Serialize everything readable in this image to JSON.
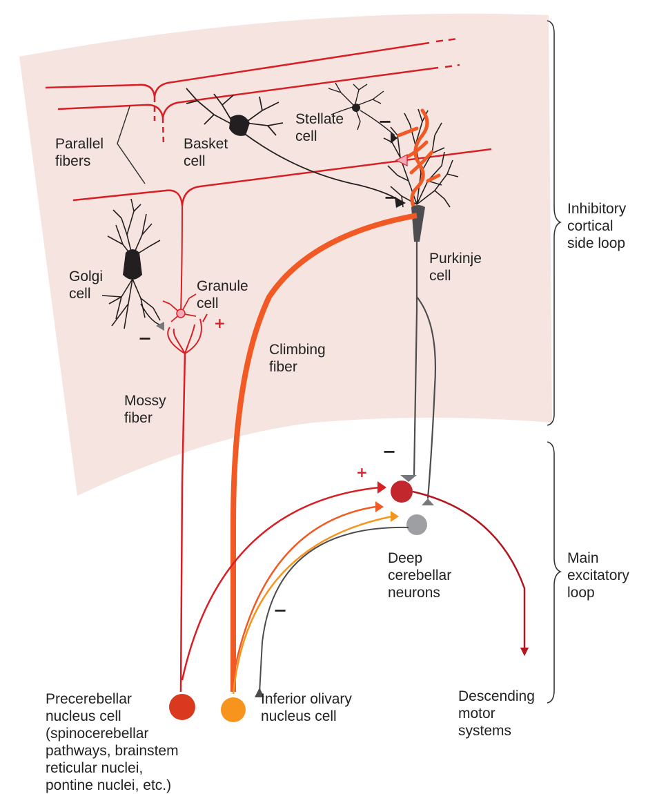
{
  "labels": {
    "parallel_fibers": "Parallel\nfibers",
    "basket_cell": "Basket\ncell",
    "stellate_cell": "Stellate\ncell",
    "golgi_cell": "Golgi\ncell",
    "granule_cell": "Granule\ncell",
    "purkinje_cell": "Purkinje\ncell",
    "climbing_fiber": "Climbing\nfiber",
    "mossy_fiber": "Mossy\nfiber",
    "deep_cerebellar_neurons": "Deep\ncerebellar\nneurons",
    "precerebellar_nucleus_cell": "Precerebellar\nnucleus cell\n(spinocerebellar\npathways, brainstem\nreticular nuclei,\npontine nuclei, etc.)",
    "inferior_olivary_nucleus_cell": "Inferior olivary\nnucleus cell",
    "descending_motor_systems": "Descending\nmotor\nsystems",
    "inhibitory_cortical_side_loop": "Inhibitory\ncortical\nside loop",
    "main_excitatory_loop": "Main\nexcitatory\nloop"
  },
  "signs": {
    "minus": "−",
    "plus": "+"
  },
  "colors": {
    "cortex_background": "#f5e4df",
    "mossy_fiber": "#d81f26",
    "climbing_fiber": "#f15a24",
    "precerebellar_cell": "#d93a1f",
    "olivary_cell": "#f7941d",
    "purkinje_axon": "#4d4d4f",
    "deep_nucleus_excitatory": "#c1272d",
    "deep_nucleus_gray": "#9d9fa2",
    "black_cells": "#231f20",
    "output_arrow": "#b0171f"
  }
}
